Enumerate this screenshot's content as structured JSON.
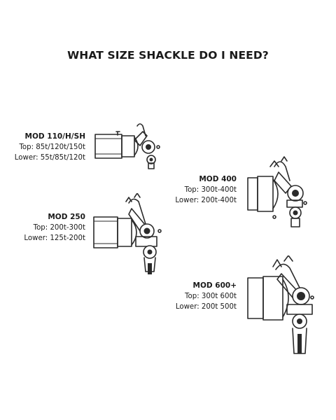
{
  "title": "WHAT SIZE SHACKLE DO I NEED?",
  "models": [
    {
      "name": "MOD 110/H/SH",
      "top": "Top: 85t/120t/150t",
      "lower": "Lower: 55t/85t/120t"
    },
    {
      "name": "MOD 400",
      "top": "Top: 300t-400t",
      "lower": "Lower: 200t-400t"
    },
    {
      "name": "MOD 250",
      "top": "Top: 200t-300t",
      "lower": "Lower: 125t-200t"
    },
    {
      "name": "MOD 600+",
      "top": "Top: 300t 600t",
      "lower": "Lower: 200t 500t"
    }
  ]
}
